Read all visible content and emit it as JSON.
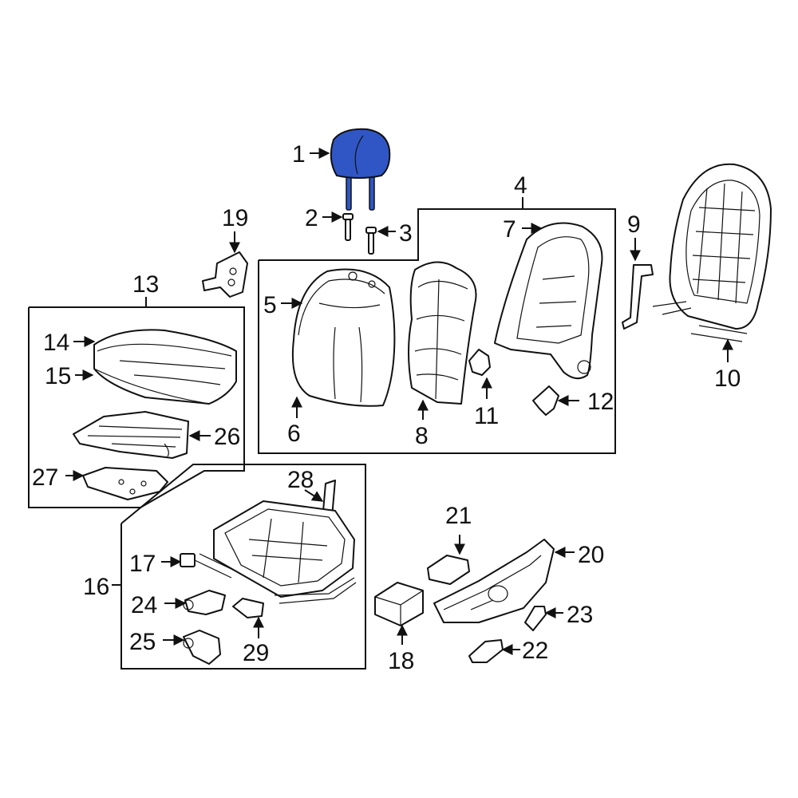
{
  "highlight_color": "#2f56c4",
  "highlighted_part": "1",
  "callouts": [
    "1",
    "2",
    "3",
    "4",
    "5",
    "6",
    "7",
    "8",
    "9",
    "10",
    "11",
    "12",
    "13",
    "14",
    "15",
    "16",
    "17",
    "18",
    "19",
    "20",
    "21",
    "22",
    "23",
    "24",
    "25",
    "26",
    "27",
    "28",
    "29"
  ]
}
